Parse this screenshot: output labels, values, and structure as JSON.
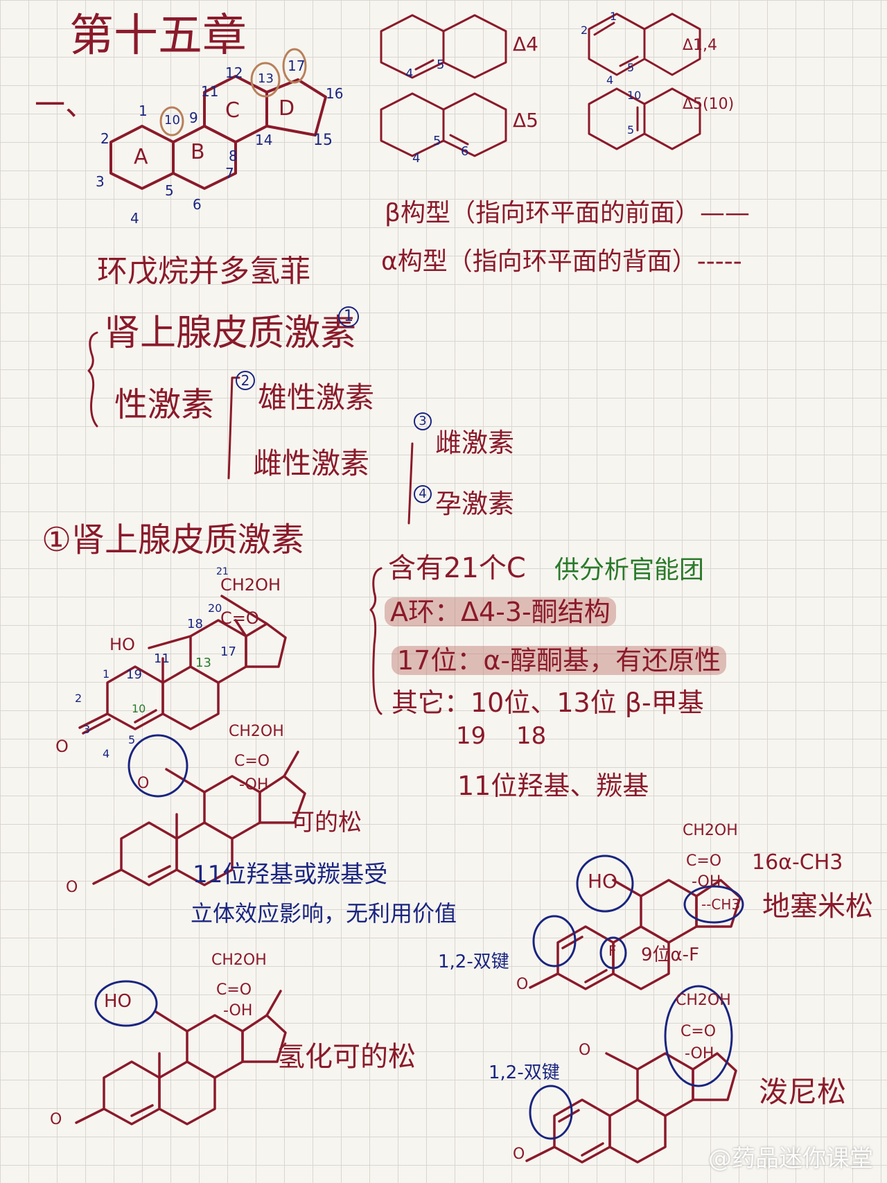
{
  "chapter_title": "第十五章",
  "section_mark": "一、",
  "steroid_skeleton": {
    "ring_labels": [
      "A",
      "B",
      "C",
      "D"
    ],
    "atom_numbers": [
      "1",
      "2",
      "3",
      "4",
      "5",
      "6",
      "7",
      "8",
      "9",
      "10",
      "11",
      "12",
      "13",
      "14",
      "15",
      "16",
      "17"
    ]
  },
  "double_bond_labels": {
    "d4": "Δ4",
    "d14": "Δ1,4",
    "d5": "Δ5",
    "d510": "Δ5(10)",
    "d4_pos": [
      "4",
      "5"
    ],
    "d14_pos": [
      "1",
      "2",
      "4",
      "5"
    ],
    "d5_pos": [
      "4",
      "5",
      "6"
    ],
    "d510_pos": [
      "10",
      "5"
    ]
  },
  "configurations": {
    "beta": "β构型（指向环平面的前面）——",
    "alpha": "α构型（指向环平面的背面）-----"
  },
  "steroid_name": "环戊烷并多氢菲",
  "categories": {
    "adrenal": "肾上腺皮质激素",
    "sex": "性激素",
    "male": "雄性激素",
    "female": "雌性激素",
    "estrogen": "雌激素",
    "progestin": "孕激素",
    "n1": "1",
    "n2": "2",
    "n3": "3",
    "n4": "4"
  },
  "section1_title": "①肾上腺皮质激素",
  "structure_labels": {
    "ch2oh": "CH2OH",
    "co": "C=O",
    "ho": "HO",
    "o": "O",
    "oh": "-OH",
    "f": "F",
    "ch3": "--CH3",
    "n21": "21",
    "n20": "20",
    "n18": "18",
    "n17": "17",
    "n19": "19",
    "n13": "13",
    "n11": "11",
    "n10": "10",
    "n1": "1",
    "n2": "2",
    "n3": "3",
    "n4": "4",
    "n5": "5"
  },
  "features": {
    "header": "含有21个C",
    "analysis_tag": "供分析官能团",
    "ring_a": "A环：Δ4-3-酮结构",
    "pos17": "17位：α-醇酮基，有还原性",
    "others": "其它：10位、13位 β-甲基",
    "n19": "19",
    "n18": "18",
    "pos11": "11位羟基、羰基"
  },
  "drugs": {
    "cortisone": "可的松",
    "cortisone_note_1": "11位羟基或羰基受",
    "cortisone_note_2": "立体效应影响，无利用价值",
    "hydrocortisone": "氢化可的松",
    "dexamethasone": "地塞米松",
    "dexa_16": "16α-CH3",
    "dexa_9": "9位α-F",
    "dexa_12": "1,2-双键",
    "prednisone": "泼尼松",
    "pred_12": "1,2-双键"
  },
  "watermark": "@药品迷你课堂"
}
